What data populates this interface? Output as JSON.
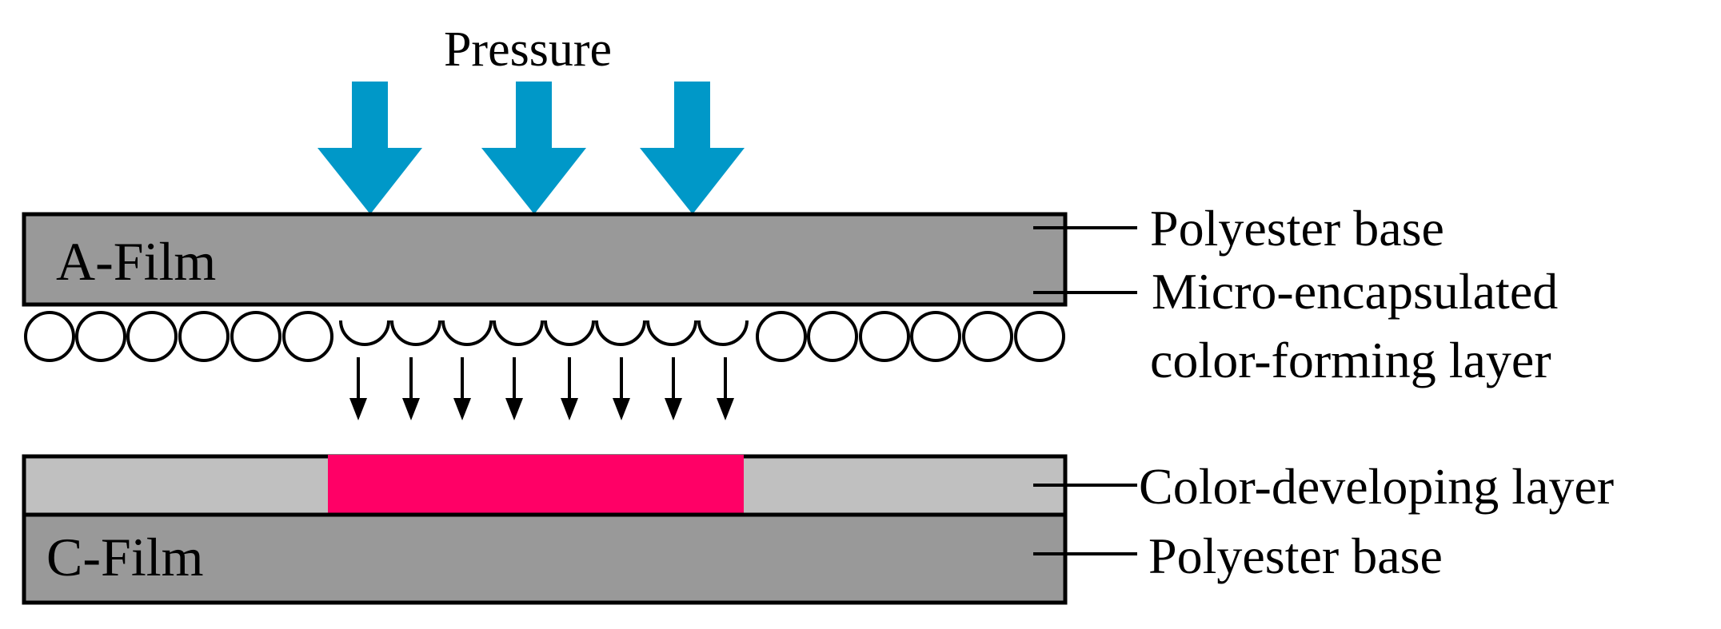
{
  "title": "Pressure",
  "films": {
    "a_film": {
      "label": "A-Film"
    },
    "c_film": {
      "label": "C-Film"
    }
  },
  "callouts": {
    "a_polyester_base": "Polyester base",
    "microcapsule_line1": "Micro-encapsulated",
    "microcapsule_line2": "color-forming layer",
    "color_developing": "Color-developing layer",
    "c_polyester_base": "Polyester base"
  },
  "colors": {
    "pressure_arrow": "#0098C8",
    "film_base": "#999999",
    "developing_layer": "#C0C0C0",
    "color_formed": "#FF0066",
    "outline": "#000000"
  },
  "icons": {
    "pressure": "down-arrow-icon",
    "ink_transfer": "down-arrow-icon",
    "microcapsule": "circle"
  }
}
